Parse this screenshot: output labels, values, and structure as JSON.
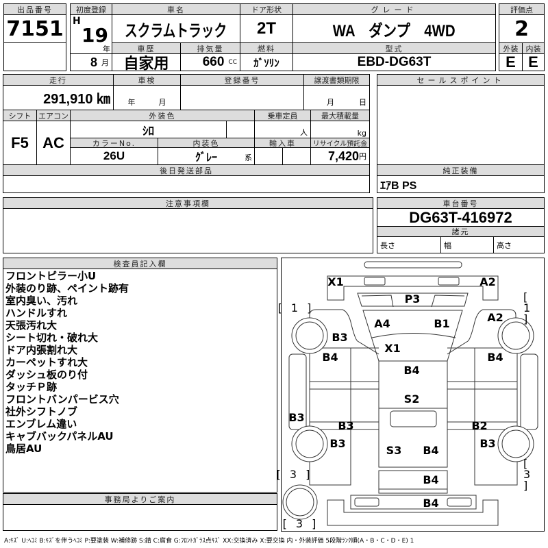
{
  "lot": {
    "label": "出品番号",
    "value": "7151"
  },
  "reg": {
    "label": "初度登録",
    "era": "H",
    "year": "19",
    "year_unit": "年",
    "month": "8",
    "month_unit": "月"
  },
  "car_name": {
    "label": "車名",
    "value": "スクラムトラック"
  },
  "door": {
    "label": "ドア形状",
    "value": "2T"
  },
  "grade": {
    "label": "グレード",
    "value": "WA　ダンプ　4WD"
  },
  "score": {
    "label": "評価点",
    "value": "2",
    "ext_label": "外装",
    "int_label": "内装",
    "ext": "E",
    "int": "E"
  },
  "history": {
    "label": "車歴",
    "value": "自家用"
  },
  "displacement": {
    "label": "排気量",
    "value": "660",
    "unit": "CC"
  },
  "fuel": {
    "label": "燃料",
    "value": "ｶﾞｿﾘﾝ"
  },
  "model": {
    "label": "型式",
    "value": "EBD-DG63T"
  },
  "mileage": {
    "label": "走行",
    "value": "291,910 ㎞"
  },
  "inspection": {
    "label": "車検",
    "year_unit": "年",
    "month_unit": "月"
  },
  "plate": {
    "label": "登録番号"
  },
  "transfer": {
    "label": "譲渡書類期限",
    "month_unit": "月",
    "day_unit": "日"
  },
  "shift": {
    "label": "シフト",
    "value": "F5"
  },
  "ac": {
    "label": "エアコン",
    "value": "AC"
  },
  "ext_color": {
    "label": "外装色",
    "value": "ｼﾛ"
  },
  "capacity": {
    "label": "乗車定員",
    "unit": "人"
  },
  "max_load": {
    "label": "最大積載量",
    "unit": "kg"
  },
  "color_no": {
    "label": "カラーNo.",
    "value": "26U"
  },
  "int_color": {
    "label": "内装色",
    "value": "ｸﾞﾚｰ",
    "suffix": "系"
  },
  "import": {
    "label": "輸入車"
  },
  "recycle": {
    "label": "リサイクル預託金",
    "value": "7,420",
    "unit": "円"
  },
  "later_parts": {
    "label": "後日発送部品"
  },
  "sales_point": {
    "label": "セールスポイント"
  },
  "equipment": {
    "label": "純正装備",
    "value": "ｴｱB PS"
  },
  "caution": {
    "label": "注意事項欄"
  },
  "chassis": {
    "label": "車台番号",
    "value": "DG63T-416972",
    "spec_label": "諸元",
    "length": "長さ",
    "width": "幅",
    "height": "高さ"
  },
  "inspector": {
    "label": "検査員記入欄",
    "notes": [
      "フロントピラー小U",
      "外装のり跡、ペイント跡有",
      "室内臭い、汚れ",
      "ハンドルすれ",
      "天張汚れ大",
      "シート切れ・破れ大",
      "ドア内張割れ大",
      "カーペットすれ大",
      "ダッシュ板のり付",
      "タッチＰ跡",
      "フロントバンパービス穴",
      "社外シフトノブ",
      "エンブレム違い",
      "キャブバックパネルAU",
      "鳥居AU"
    ]
  },
  "office": {
    "label": "事務局よりご案内"
  },
  "diagram": {
    "marks": [
      "X1",
      "A2",
      "P3",
      "A4",
      "B1",
      "A2",
      "B3",
      "X1",
      "B4",
      "B4",
      "B4",
      "S2",
      "B3",
      "B3",
      "B2",
      "B3",
      "B3",
      "S3",
      "B4",
      "B4",
      "B4"
    ],
    "tires": [
      "[ 1 ]",
      "[ 1 ]",
      "[ 3 ]",
      "[ 3 ]",
      "[ 3 ]"
    ]
  },
  "legend": "A:ｷｽﾞ U:ﾍｺﾐ B:ｷｽﾞを伴うﾍｺﾐ P:要塗装 W:補修跡 S:錆 C:腐食 G:ﾌﾛﾝﾄｶﾞﾗｽ点ｷｽﾞ XX:交換済み X:要交換 内・外装評価 5段階ﾗﾝｸ順(A・B・C・D・E) 1"
}
